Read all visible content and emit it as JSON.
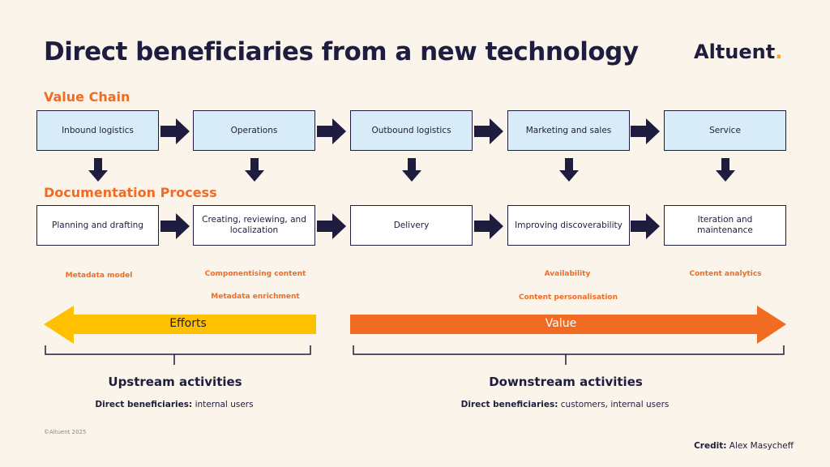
{
  "title": "Direct beneficiaries from a new technology",
  "logo": {
    "text": "Altuent",
    "dot": "."
  },
  "value_chain": {
    "heading": "Value Chain",
    "steps": [
      "Inbound logistics",
      "Operations",
      "Outbound logistics",
      "Marketing and sales",
      "Service"
    ]
  },
  "documentation_process": {
    "heading": "Documentation Process",
    "steps": [
      "Planning and drafting",
      "Creating, reviewing, and localization",
      "Delivery",
      "Improving discoverability",
      "Iteration and maintenance"
    ]
  },
  "tags": [
    "Metadata model",
    "Componentising content",
    "Metadata enrichment",
    "Availability",
    "Content personalisation",
    "Content analytics"
  ],
  "arrows": {
    "efforts": "Efforts",
    "value": "Value"
  },
  "upstream": {
    "title": "Upstream activities",
    "label": "Direct beneficiaries:",
    "value": " internal users"
  },
  "downstream": {
    "title": "Downstream activities",
    "label": "Direct beneficiaries:",
    "value": " customers, internal users"
  },
  "copyright": "©Altuent 2025",
  "credit": {
    "label": "Credit:",
    "value": " Alex Masycheff"
  },
  "colors": {
    "navy": "#1e1c3f",
    "orange": "#f26b23",
    "yellow": "#ffc000",
    "light_blue": "#d7ebf8"
  }
}
